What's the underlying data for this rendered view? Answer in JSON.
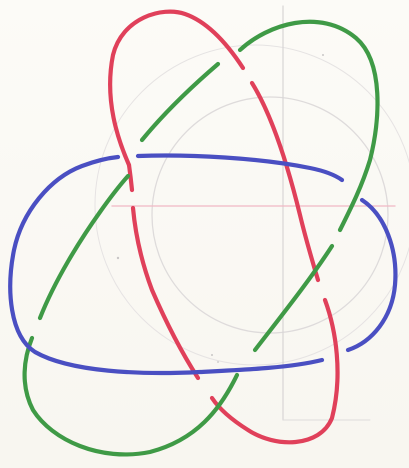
{
  "drawing": {
    "subject": "",
    "colors": {
      "paper": "#fbfaf6",
      "red": "#e0405a",
      "green": "#3f9a46",
      "blue": "#4a4fc2",
      "guide_pencil": "#d9d6d6",
      "guide_red": "#f1b3bf"
    },
    "strands": [
      {
        "name": "red-loop-strand",
        "color": "red"
      },
      {
        "name": "green-loop-strand",
        "color": "green"
      },
      {
        "name": "blue-loop-strand",
        "color": "blue"
      }
    ]
  }
}
